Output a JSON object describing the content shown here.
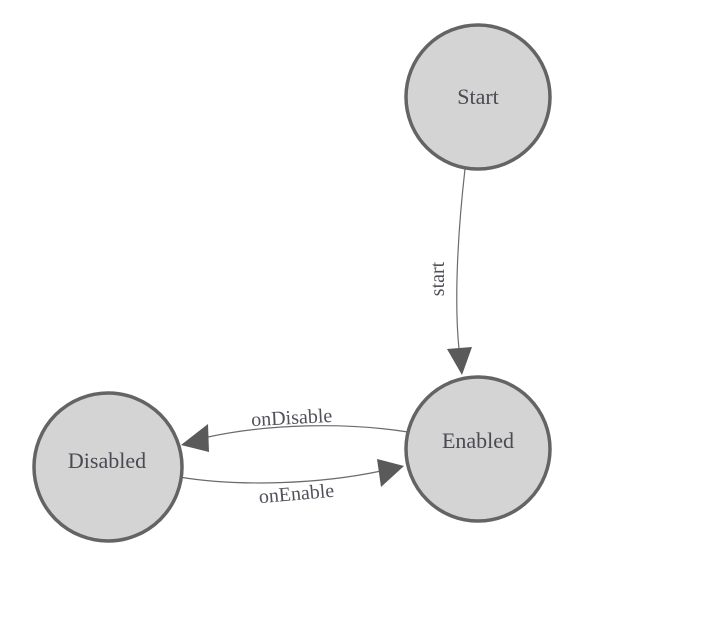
{
  "diagram": {
    "type": "state-machine",
    "colors": {
      "background": "#ffffff",
      "node_fill": "#d4d4d4",
      "node_stroke": "#646464",
      "edge_stroke": "#6b6b6b",
      "arrow_fill": "#5a5a5a",
      "node_text": "#4a4a52",
      "edge_text": "#515159"
    },
    "nodes": [
      {
        "id": "start",
        "label": "Start"
      },
      {
        "id": "enabled",
        "label": "Enabled"
      },
      {
        "id": "disabled",
        "label": "Disabled"
      }
    ],
    "edges": [
      {
        "id": "start-to-enabled",
        "from": "Start",
        "to": "Enabled",
        "label": "start"
      },
      {
        "id": "enabled-to-disabled",
        "from": "Enabled",
        "to": "Disabled",
        "label": "onDisable"
      },
      {
        "id": "disabled-to-enabled",
        "from": "Disabled",
        "to": "Enabled",
        "label": "onEnable"
      }
    ]
  }
}
